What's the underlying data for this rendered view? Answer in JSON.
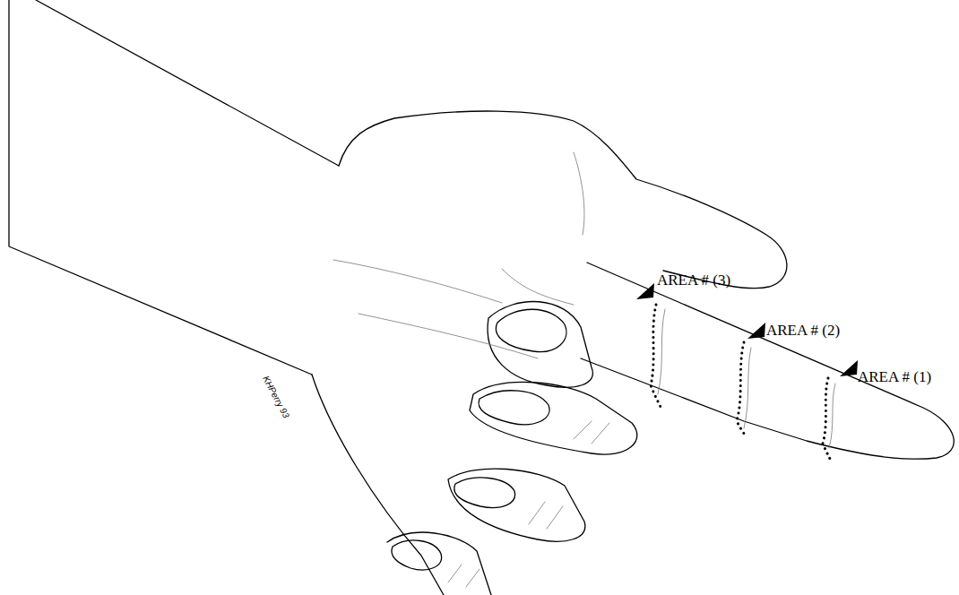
{
  "diagram": {
    "labels": [
      "AREA # (3)",
      "AREA # (2)",
      "AREA # (1)",
      "KHPerry 93"
    ]
  }
}
